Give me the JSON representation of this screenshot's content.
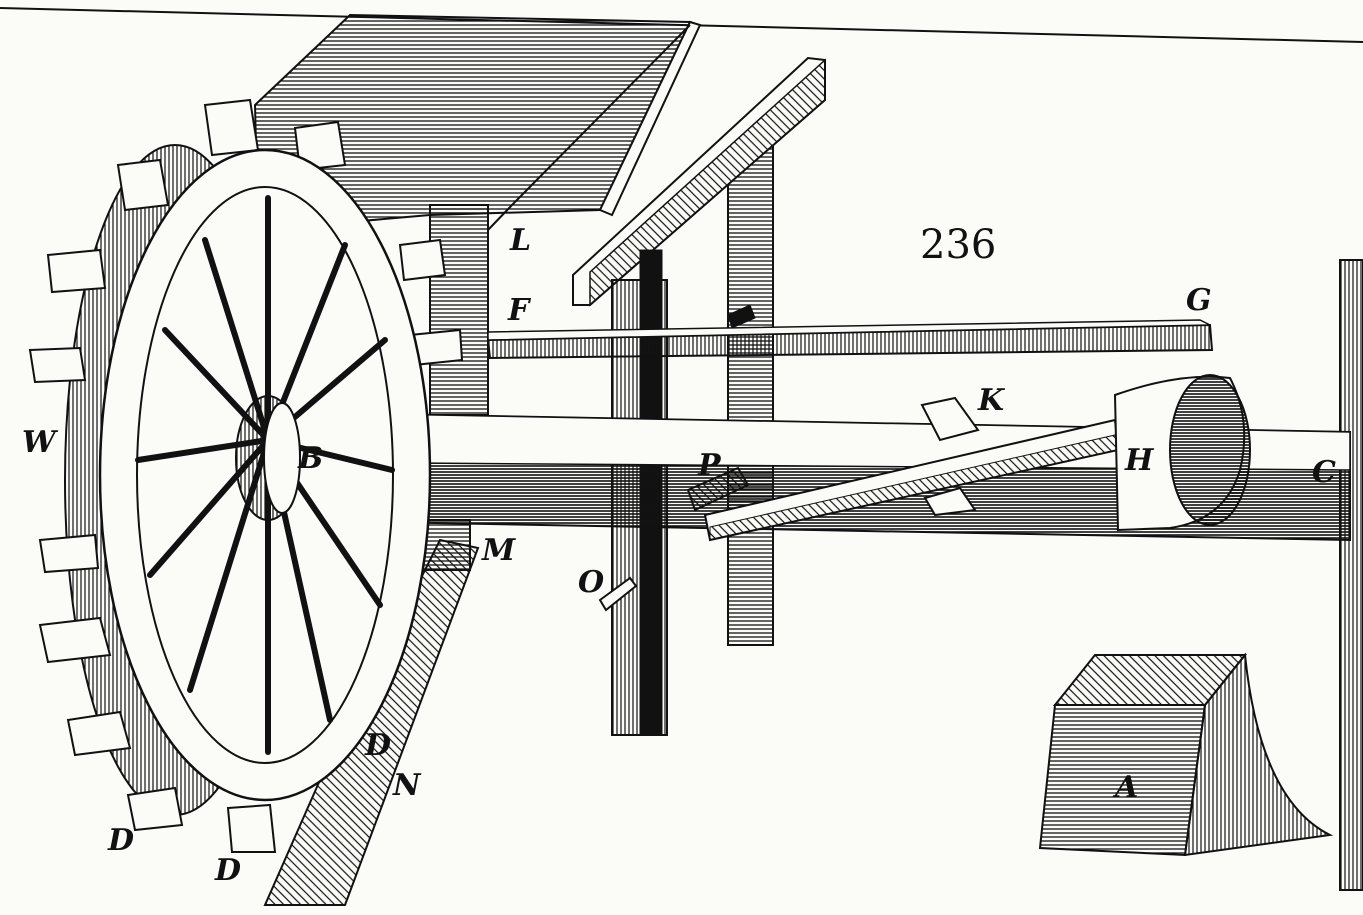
{
  "figure": {
    "number": "236"
  },
  "labels": {
    "W": "W",
    "B": "B",
    "L": "L",
    "F": "F",
    "G": "G",
    "K": "K",
    "H": "H",
    "C": "C",
    "P": "P",
    "M": "M",
    "O": "O",
    "A": "A",
    "N": "N",
    "D1": "D",
    "D2": "D",
    "D3": "D"
  },
  "colors": {
    "ink": "#111111",
    "paper": "#fbfbf8"
  }
}
